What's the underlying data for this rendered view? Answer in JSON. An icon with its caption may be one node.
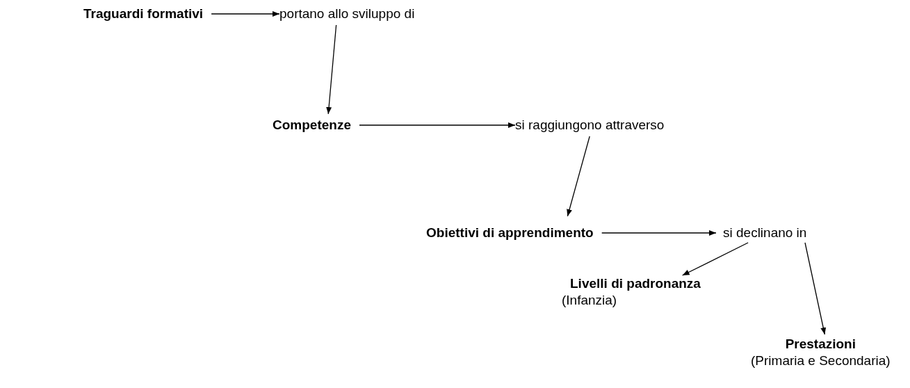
{
  "diagram": {
    "nodes": [
      {
        "text": [
          "Traguardi formativi"
        ]
      },
      {
        "text": [
          "portano allo sviluppo di"
        ]
      },
      {
        "text": [
          "Competenze"
        ]
      },
      {
        "text": [
          "si raggiungono attraverso"
        ]
      },
      {
        "text": [
          "Obiettivi di apprendimento"
        ]
      },
      {
        "text": [
          "si declinano in"
        ]
      },
      {
        "text": [
          "Livelli di padronanza",
          "(Infanzia)"
        ]
      },
      {
        "text": [
          "Prestazioni",
          "(Primaria e Secondaria)"
        ]
      }
    ],
    "edges": [
      {
        "from": 0,
        "to": 1,
        "arrow": "to"
      },
      {
        "from": 1,
        "to": 2,
        "arrow": "to"
      },
      {
        "from": 2,
        "to": 3,
        "arrow": "to"
      },
      {
        "from": 3,
        "to": 4,
        "arrow": "to"
      },
      {
        "from": 4,
        "to": 5,
        "arrow": "to"
      },
      {
        "from": 5,
        "to": 6,
        "arrow": "to"
      },
      {
        "from": 5,
        "to": 7,
        "arrow": "to"
      }
    ]
  }
}
